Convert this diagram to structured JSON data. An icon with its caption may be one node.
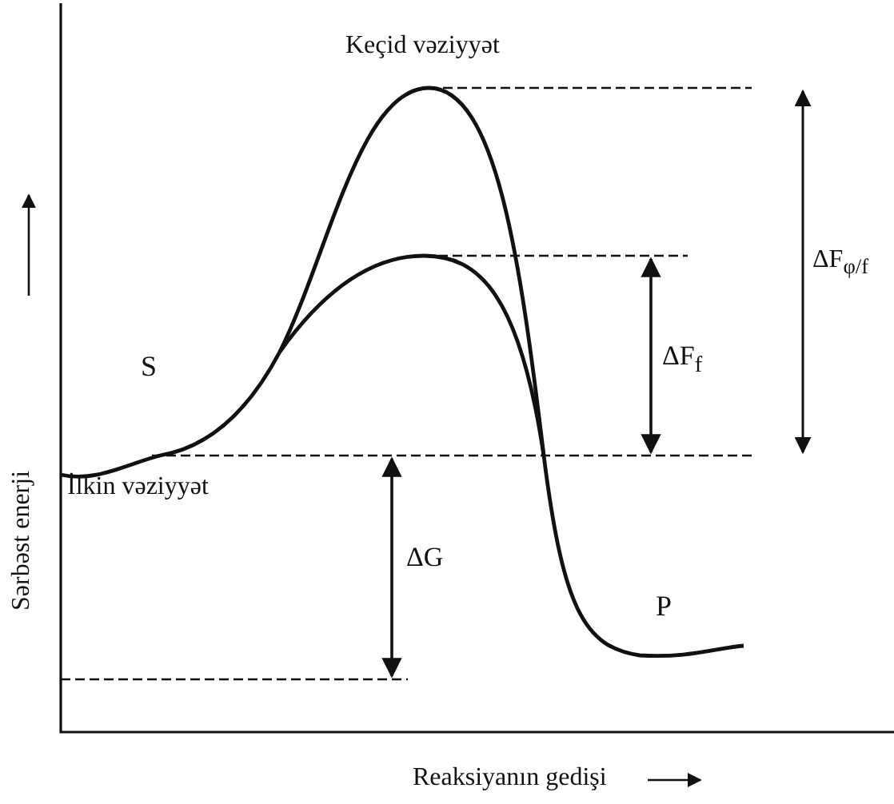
{
  "diagram": {
    "labels": [
      "Keçid vəziyyət",
      "S",
      "İlkin vəziyyət",
      "ΔG",
      "ΔF$_{f}$",
      "ΔF$_{φ/f}$",
      "P",
      "Sərbəst enerji",
      "Reaksiyanın gedişi"
    ]
  }
}
